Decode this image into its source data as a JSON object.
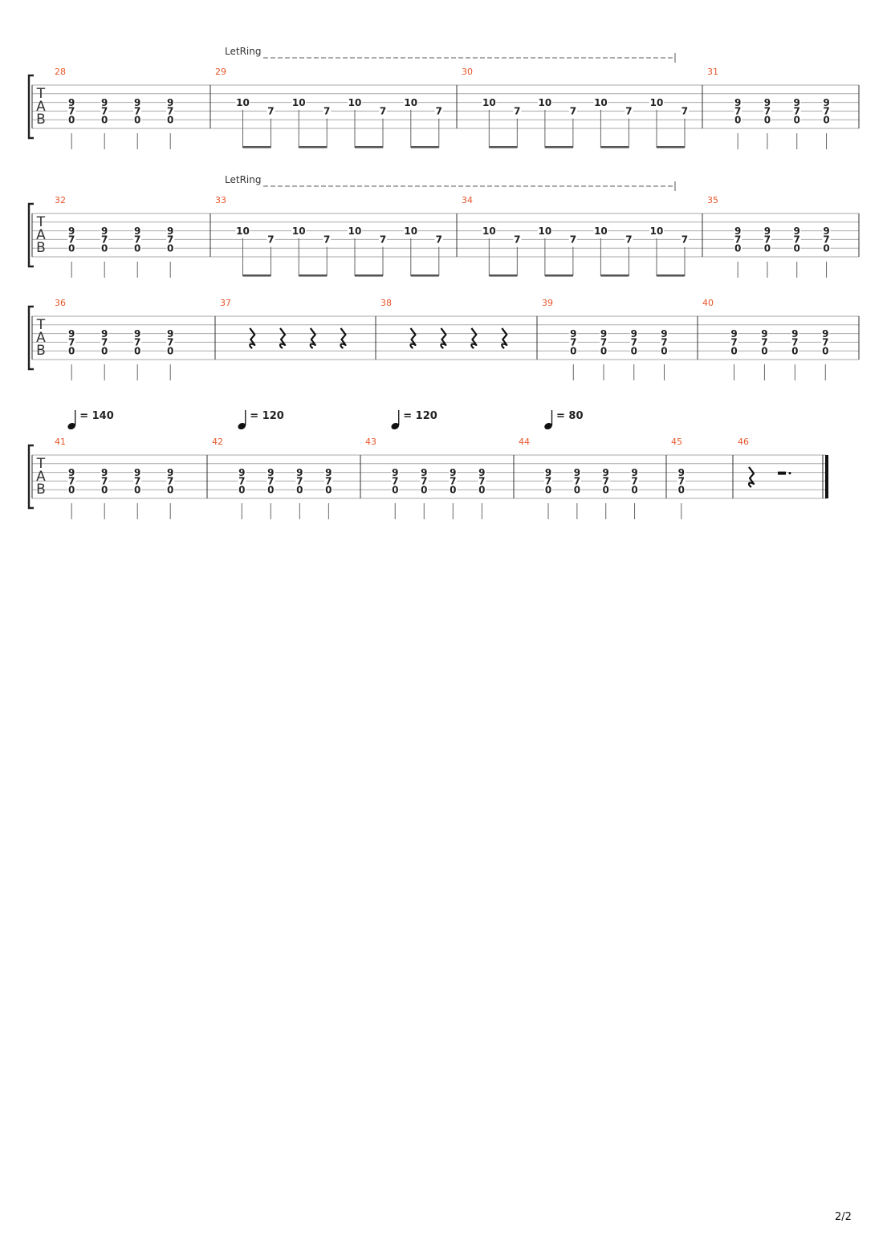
{
  "page": {
    "number": "2/2"
  },
  "tab_clef": [
    "T",
    "A",
    "B"
  ],
  "let_ring_label": "LetRing",
  "systems": [
    {
      "let_ring": {
        "from_measure": "29",
        "to_measure": "30"
      },
      "tempos": [],
      "measures": [
        {
          "number": "28",
          "beats": [
            {
              "type": "chord",
              "frets": [
                "9",
                "7",
                "0"
              ]
            },
            {
              "type": "chord",
              "frets": [
                "9",
                "7",
                "0"
              ]
            },
            {
              "type": "chord",
              "frets": [
                "9",
                "7",
                "0"
              ]
            },
            {
              "type": "chord",
              "frets": [
                "9",
                "7",
                "0"
              ]
            }
          ]
        },
        {
          "number": "29",
          "beats": [
            {
              "type": "pair",
              "high": "10",
              "low": "7"
            },
            {
              "type": "pair",
              "high": "10",
              "low": "7"
            },
            {
              "type": "pair",
              "high": "10",
              "low": "7"
            },
            {
              "type": "pair",
              "high": "10",
              "low": "7"
            }
          ]
        },
        {
          "number": "30",
          "beats": [
            {
              "type": "pair",
              "high": "10",
              "low": "7"
            },
            {
              "type": "pair",
              "high": "10",
              "low": "7"
            },
            {
              "type": "pair",
              "high": "10",
              "low": "7"
            },
            {
              "type": "pair",
              "high": "10",
              "low": "7"
            }
          ]
        },
        {
          "number": "31",
          "beats": [
            {
              "type": "chord",
              "frets": [
                "9",
                "7",
                "0"
              ]
            },
            {
              "type": "chord",
              "frets": [
                "9",
                "7",
                "0"
              ]
            },
            {
              "type": "chord",
              "frets": [
                "9",
                "7",
                "0"
              ]
            },
            {
              "type": "chord",
              "frets": [
                "9",
                "7",
                "0"
              ]
            }
          ]
        }
      ]
    },
    {
      "let_ring": {
        "from_measure": "33",
        "to_measure": "34"
      },
      "tempos": [],
      "measures": [
        {
          "number": "32",
          "beats": [
            {
              "type": "chord",
              "frets": [
                "9",
                "7",
                "0"
              ]
            },
            {
              "type": "chord",
              "frets": [
                "9",
                "7",
                "0"
              ]
            },
            {
              "type": "chord",
              "frets": [
                "9",
                "7",
                "0"
              ]
            },
            {
              "type": "chord",
              "frets": [
                "9",
                "7",
                "0"
              ]
            }
          ]
        },
        {
          "number": "33",
          "beats": [
            {
              "type": "pair",
              "high": "10",
              "low": "7"
            },
            {
              "type": "pair",
              "high": "10",
              "low": "7"
            },
            {
              "type": "pair",
              "high": "10",
              "low": "7"
            },
            {
              "type": "pair",
              "high": "10",
              "low": "7"
            }
          ]
        },
        {
          "number": "34",
          "beats": [
            {
              "type": "pair",
              "high": "10",
              "low": "7"
            },
            {
              "type": "pair",
              "high": "10",
              "low": "7"
            },
            {
              "type": "pair",
              "high": "10",
              "low": "7"
            },
            {
              "type": "pair",
              "high": "10",
              "low": "7"
            }
          ]
        },
        {
          "number": "35",
          "beats": [
            {
              "type": "chord",
              "frets": [
                "9",
                "7",
                "0"
              ]
            },
            {
              "type": "chord",
              "frets": [
                "9",
                "7",
                "0"
              ]
            },
            {
              "type": "chord",
              "frets": [
                "9",
                "7",
                "0"
              ]
            },
            {
              "type": "chord",
              "frets": [
                "9",
                "7",
                "0"
              ]
            }
          ]
        }
      ]
    },
    {
      "let_ring": null,
      "tempos": [],
      "measures": [
        {
          "number": "36",
          "beats": [
            {
              "type": "chord",
              "frets": [
                "9",
                "7",
                "0"
              ]
            },
            {
              "type": "chord",
              "frets": [
                "9",
                "7",
                "0"
              ]
            },
            {
              "type": "chord",
              "frets": [
                "9",
                "7",
                "0"
              ]
            },
            {
              "type": "chord",
              "frets": [
                "9",
                "7",
                "0"
              ]
            }
          ]
        },
        {
          "number": "37",
          "beats": [
            {
              "type": "rest"
            },
            {
              "type": "rest"
            },
            {
              "type": "rest"
            },
            {
              "type": "rest"
            }
          ]
        },
        {
          "number": "38",
          "beats": [
            {
              "type": "rest"
            },
            {
              "type": "rest"
            },
            {
              "type": "rest"
            },
            {
              "type": "rest"
            }
          ]
        },
        {
          "number": "39",
          "beats": [
            {
              "type": "chord",
              "frets": [
                "9",
                "7",
                "0"
              ]
            },
            {
              "type": "chord",
              "frets": [
                "9",
                "7",
                "0"
              ]
            },
            {
              "type": "chord",
              "frets": [
                "9",
                "7",
                "0"
              ]
            },
            {
              "type": "chord",
              "frets": [
                "9",
                "7",
                "0"
              ]
            }
          ]
        },
        {
          "number": "40",
          "beats": [
            {
              "type": "chord",
              "frets": [
                "9",
                "7",
                "0"
              ]
            },
            {
              "type": "chord",
              "frets": [
                "9",
                "7",
                "0"
              ]
            },
            {
              "type": "chord",
              "frets": [
                "9",
                "7",
                "0"
              ]
            },
            {
              "type": "chord",
              "frets": [
                "9",
                "7",
                "0"
              ]
            }
          ]
        }
      ]
    },
    {
      "let_ring": null,
      "tempos": [
        {
          "measure": "41",
          "text": "= 140"
        },
        {
          "measure": "42",
          "text": "= 120"
        },
        {
          "measure": "43",
          "text": "= 120"
        },
        {
          "measure": "44",
          "text": "= 80"
        }
      ],
      "measures": [
        {
          "number": "41",
          "beats": [
            {
              "type": "chord",
              "frets": [
                "9",
                "7",
                "0"
              ]
            },
            {
              "type": "chord",
              "frets": [
                "9",
                "7",
                "0"
              ]
            },
            {
              "type": "chord",
              "frets": [
                "9",
                "7",
                "0"
              ]
            },
            {
              "type": "chord",
              "frets": [
                "9",
                "7",
                "0"
              ]
            }
          ]
        },
        {
          "number": "42",
          "beats": [
            {
              "type": "chord",
              "frets": [
                "9",
                "7",
                "0"
              ]
            },
            {
              "type": "chord",
              "frets": [
                "9",
                "7",
                "0"
              ]
            },
            {
              "type": "chord",
              "frets": [
                "9",
                "7",
                "0"
              ]
            },
            {
              "type": "chord",
              "frets": [
                "9",
                "7",
                "0"
              ]
            }
          ]
        },
        {
          "number": "43",
          "beats": [
            {
              "type": "chord",
              "frets": [
                "9",
                "7",
                "0"
              ]
            },
            {
              "type": "chord",
              "frets": [
                "9",
                "7",
                "0"
              ]
            },
            {
              "type": "chord",
              "frets": [
                "9",
                "7",
                "0"
              ]
            },
            {
              "type": "chord",
              "frets": [
                "9",
                "7",
                "0"
              ]
            }
          ]
        },
        {
          "number": "44",
          "beats": [
            {
              "type": "chord",
              "frets": [
                "9",
                "7",
                "0"
              ]
            },
            {
              "type": "chord",
              "frets": [
                "9",
                "7",
                "0"
              ]
            },
            {
              "type": "chord",
              "frets": [
                "9",
                "7",
                "0"
              ]
            },
            {
              "type": "chord",
              "frets": [
                "9",
                "7",
                "0"
              ]
            }
          ]
        },
        {
          "number": "45",
          "beats": [
            {
              "type": "chord",
              "frets": [
                "9",
                "7",
                "0"
              ]
            }
          ]
        },
        {
          "number": "46",
          "beats": [
            {
              "type": "rest"
            },
            {
              "type": "dotted-half-rest"
            }
          ],
          "final": true
        }
      ]
    }
  ]
}
